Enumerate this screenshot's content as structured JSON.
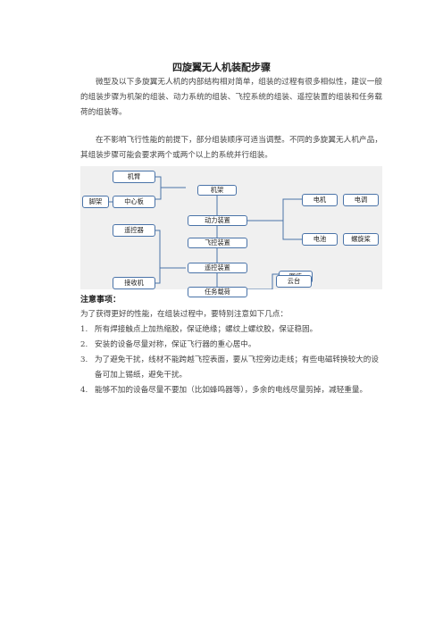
{
  "document": {
    "title": "四旋翼无人机装配步骤",
    "paragraph1": "微型及以下多旋翼无人机的内部结构相对简单，组装的过程有很多相似性，建议一般的组装步骤为机架的组装、动力系统的组装、飞控系统的组装、遥控装置的组装和任务载荷的组装等。",
    "paragraph2": "在不影响飞行性能的前提下，部分组装顺序可适当调整。不同的多旋翼无人机产品，其组装步骤可能会要求两个或两个以上的系统并行组装。"
  },
  "diagram": {
    "frame_arm": "机臂",
    "landing_gear": "脚架",
    "center_board": "中心板",
    "frame": "机架",
    "power": "动力装置",
    "flight_controller": "飞控装置",
    "remote_device": "遥控装置",
    "payload": "任务载荷",
    "motor": "电机",
    "esc": "电调",
    "battery": "电池",
    "propeller": "螺旋桨",
    "transmitter": "遥控器",
    "receiver": "接收机",
    "image_tx": "图传",
    "gimbal": "云台"
  },
  "notes": {
    "heading": "注意事项：",
    "intro": "为了获得更好的性能，在组装过程中，要特别注意如下几点：",
    "items": [
      {
        "num": "1.",
        "text": "所有焊接触点上加热缩胶，保证绝缘；螺纹上螺纹胶，保证稳固。"
      },
      {
        "num": "2.",
        "text": "安装的设备尽量对称，保证飞行器的重心居中。"
      },
      {
        "num": "3.",
        "text": "为了避免干扰，线材不能跨越飞控表面，要从飞控旁边走线；有些电磁转换较大的设备可加上锡纸，避免干扰。"
      },
      {
        "num": "4.",
        "text": "能够不加的设备尽量不要加（比如蜂鸣器等），多余的电线尽量剪掉，减轻重量。"
      }
    ]
  },
  "colors": {
    "box_border": "#4a73a8",
    "connector": "#4a73a8",
    "diagram_bg": "#f0f0f0"
  }
}
